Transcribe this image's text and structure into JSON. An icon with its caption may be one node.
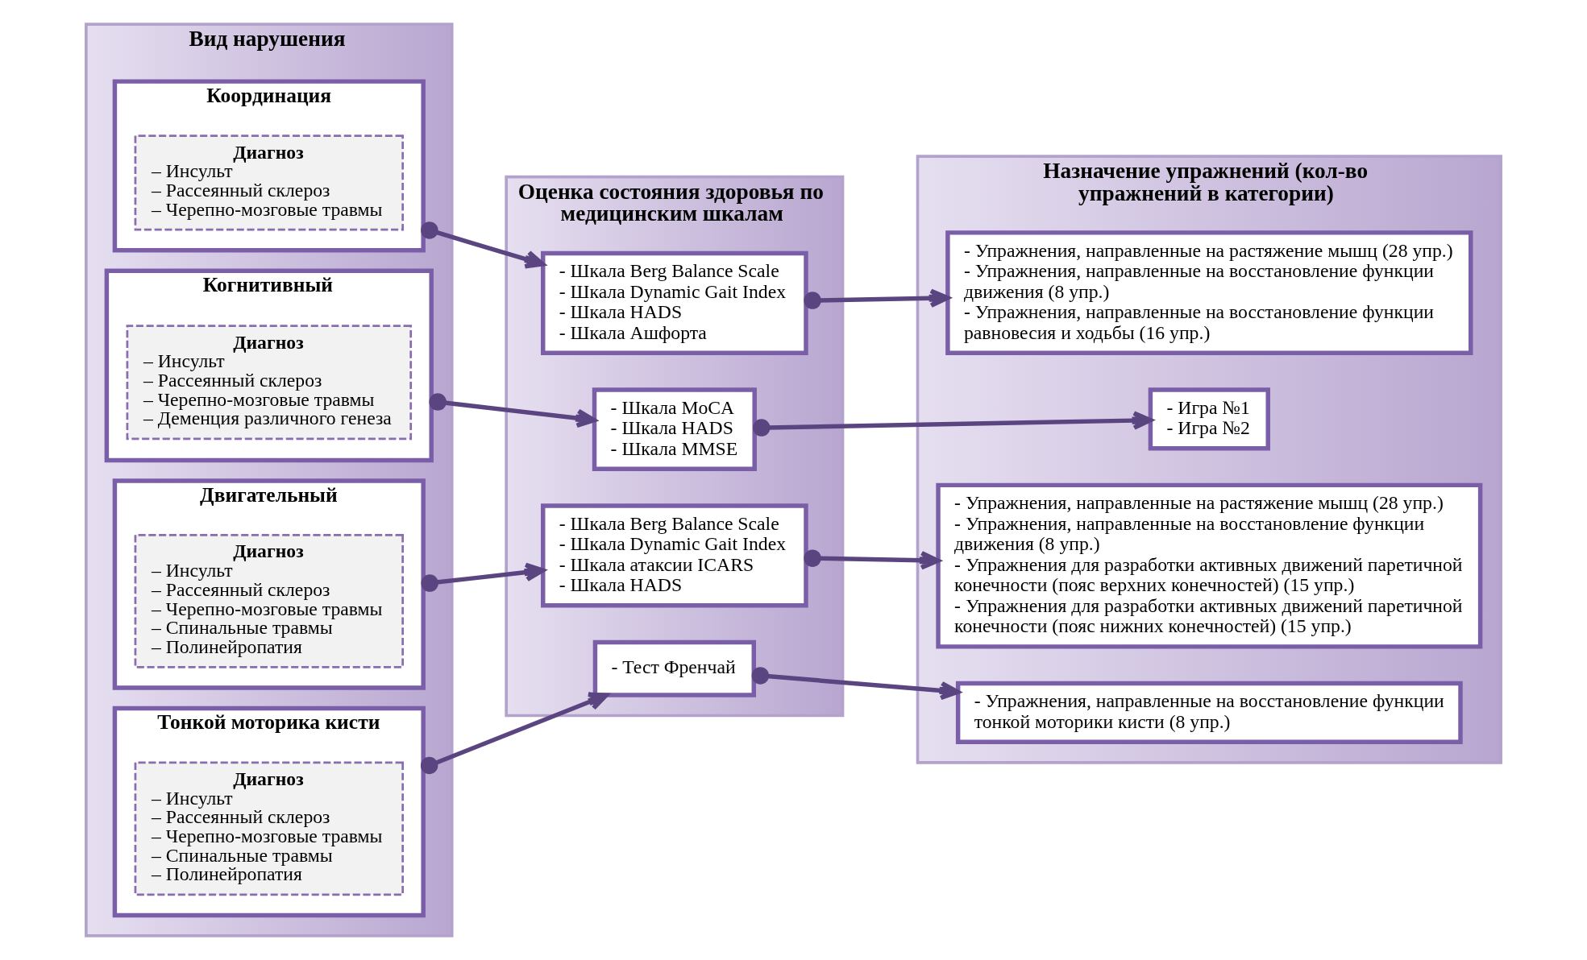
{
  "diagram": {
    "nodes": [
      {
        "text": [
          "Вид нарушения"
        ]
      },
      {
        "text": [
          "Координация"
        ],
        "in": 0
      },
      {
        "text": [
          "Диагноз",
          "– Инсульт",
          "– Рассеянный склероз",
          "– Черепно-мозговые травмы"
        ],
        "in": 1
      },
      {
        "text": [
          "Когнитивный"
        ],
        "in": 0
      },
      {
        "text": [
          "Диагноз",
          "– Инсульт",
          "– Рассеянный склероз",
          "– Черепно-мозговые травмы",
          "– Деменция различного генеза"
        ],
        "in": 3
      },
      {
        "text": [
          "Двигательный"
        ],
        "in": 0
      },
      {
        "text": [
          "Диагноз",
          "– Инсульт",
          "– Рассеянный склероз",
          "– Черепно-мозговые травмы",
          "– Спинальные травмы",
          "– Полинейропатия"
        ],
        "in": 5
      },
      {
        "text": [
          "Тонкой моторика кисти"
        ],
        "in": 0
      },
      {
        "text": [
          "Диагноз",
          "– Инсульт",
          "– Рассеянный склероз",
          "– Черепно-мозговые травмы",
          "– Спинальные травмы",
          "– Полинейропатия"
        ],
        "in": 7
      },
      {
        "text": [
          "Оценка состояния здоровья по медицинским шкалам"
        ]
      },
      {
        "text": [
          "- Шкала Berg Balance Scale",
          "- Шкала Dynamic Gait Index",
          "- Шкала HADS",
          "- Шкала Ашфорта"
        ],
        "in": 9
      },
      {
        "text": [
          "- Шкала MoCA",
          "- Шкала HADS",
          "- Шкала MMSE"
        ],
        "in": 9
      },
      {
        "text": [
          "- Шкала Berg Balance Scale",
          "- Шкала Dynamic Gait Index",
          "- Шкала атаксии ICARS",
          "- Шкала HADS"
        ],
        "in": 9
      },
      {
        "text": [
          "- Тест Френчай"
        ],
        "in": 9
      },
      {
        "text": [
          "Назначение упражнений (кол-во упражнений в категории)"
        ]
      },
      {
        "text": [
          "- Упражнения, направленные на растяжение мышц (28 упр.)",
          "- Упражнения, направленные на восстановление функции движения (8 упр.)",
          "- Упражнения, направленные на восстановление функции равновесия и ходьбы (16 упр.)"
        ],
        "in": 14
      },
      {
        "text": [
          "- Игра №1",
          "- Игра №2"
        ],
        "in": 14
      },
      {
        "text": [
          "- Упражнения, направленные на растяжение мышц (28 упр.)",
          "- Упражнения, направленные на восстановление функции движения (8 упр.)",
          "- Упражнения для разработки активных движений паретичной конечности (пояс верхних конечностей) (15 упр.)",
          "- Упражнения для разработки активных движений паретичной конечности (пояс нижних конечностей) (15 упр.)"
        ],
        "in": 14
      },
      {
        "text": [
          "- Упражнения, направленные на восстановление функции тонкой моторики кисти (8 упр.)"
        ],
        "in": 14
      }
    ],
    "edges": [
      {
        "from": 1,
        "to": 10,
        "arrow": "to"
      },
      {
        "from": 3,
        "to": 11,
        "arrow": "to"
      },
      {
        "from": 5,
        "to": 12,
        "arrow": "to"
      },
      {
        "from": 7,
        "to": 13,
        "arrow": "to"
      },
      {
        "from": 10,
        "to": 15,
        "arrow": "to"
      },
      {
        "from": 11,
        "to": 16,
        "arrow": "to"
      },
      {
        "from": 12,
        "to": 17,
        "arrow": "to"
      },
      {
        "from": 13,
        "to": 18,
        "arrow": "to"
      }
    ]
  }
}
